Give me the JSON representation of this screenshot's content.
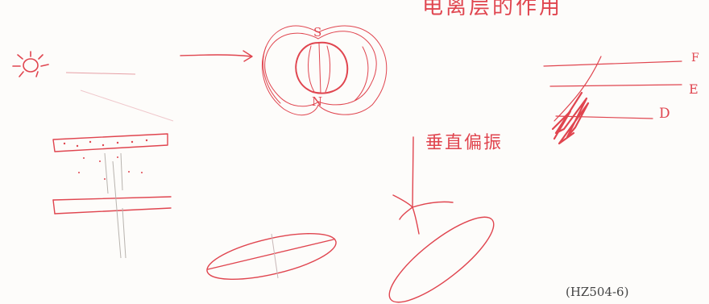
{
  "sketch": {
    "pole_south": "S",
    "pole_north": "N",
    "label_top": "电离层的作用",
    "label_middle": "垂直偏振",
    "layer_top": "F",
    "layer_e": "E",
    "layer_d": "D"
  },
  "figure_code": "(HZ504-6)",
  "colors": {
    "ink": "#e0454f",
    "paper": "#fdfcfa",
    "print": "#444444"
  }
}
